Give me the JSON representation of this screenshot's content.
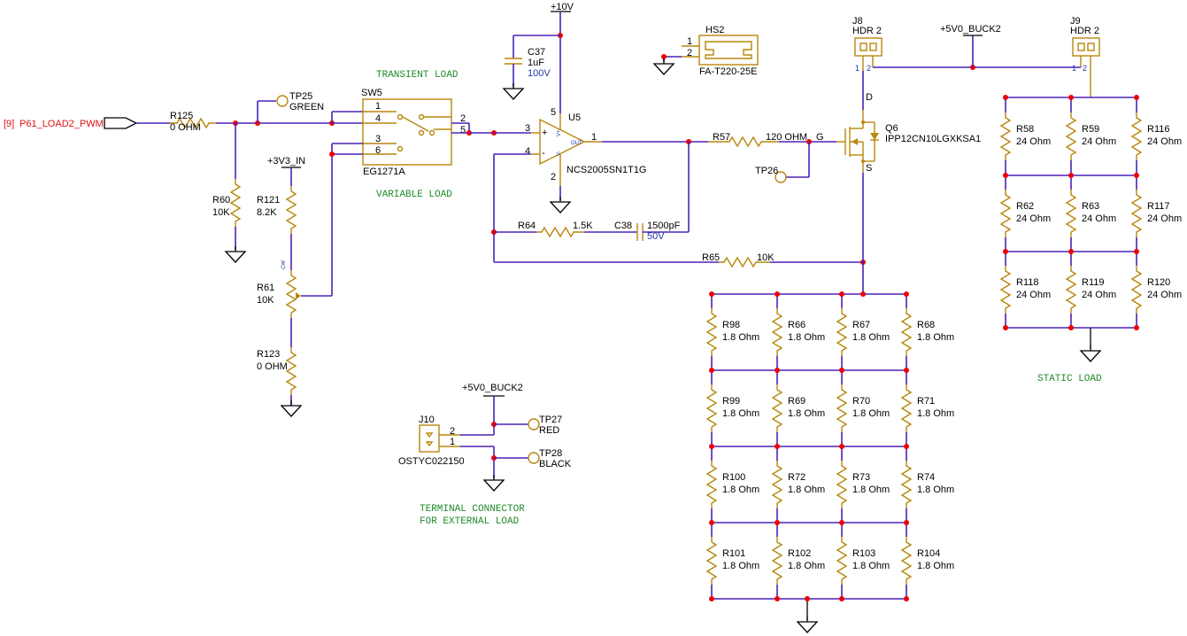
{
  "signal": {
    "ref": "[9]",
    "name": "P61_LOAD2_PWM"
  },
  "nets": {
    "v10": "+10V",
    "v33": "+3V3_IN",
    "v5a": "+5V0_BUCK2",
    "v5b": "+5V0_BUCK2"
  },
  "notes": {
    "transient": "TRANSIENT LOAD",
    "variable": "VARIABLE LOAD",
    "static": "STATIC LOAD",
    "term1": "TERMINAL CONNECTOR",
    "term2": "FOR EXTERNAL LOAD"
  },
  "parts": {
    "r125": {
      "ref": "R125",
      "val": "0 OHM"
    },
    "tp25": {
      "ref": "TP25",
      "val": "GREEN"
    },
    "r60": {
      "ref": "R60",
      "val": "10K"
    },
    "r121": {
      "ref": "R121",
      "val": "8.2K"
    },
    "r61": {
      "ref": "R61",
      "val": "10K",
      "cw": "CW"
    },
    "r123": {
      "ref": "R123",
      "val": "0 OHM"
    },
    "sw5": {
      "ref": "SW5",
      "val": "EG1271A",
      "pins": [
        "1",
        "4",
        "3",
        "6",
        "2",
        "5"
      ]
    },
    "c37": {
      "ref": "C37",
      "val": "1uF",
      "volt": "100V"
    },
    "u5": {
      "ref": "U5",
      "val": "NCS2005SN1T1G",
      "pins": [
        "3",
        "4",
        "5",
        "2",
        "1"
      ],
      "inner": [
        "V+",
        "V-",
        "OUT"
      ]
    },
    "hs2": {
      "ref": "HS2",
      "val": "FA-T220-25E",
      "pins": [
        "1",
        "2"
      ]
    },
    "r57": {
      "ref": "R57",
      "val": "120 OHM",
      "g": "G"
    },
    "tp26": {
      "ref": "TP26"
    },
    "r64": {
      "ref": "R64",
      "val": "1.5K"
    },
    "c38": {
      "ref": "C38",
      "val": "1500pF",
      "volt": "50V"
    },
    "r65": {
      "ref": "R65",
      "val": "10K"
    },
    "q6": {
      "ref": "Q6",
      "val": "IPP12CN10LGXKSA1",
      "d": "D",
      "s": "S"
    },
    "j8": {
      "ref": "J8",
      "val": "HDR 2",
      "pins": [
        "1",
        "2"
      ]
    },
    "j9": {
      "ref": "J9",
      "val": "HDR 2",
      "pins": [
        "1",
        "2"
      ]
    },
    "j10": {
      "ref": "J10",
      "val": "OSTYC022150",
      "pins": [
        "2",
        "1"
      ]
    },
    "tp27": {
      "ref": "TP27",
      "val": "RED"
    },
    "tp28": {
      "ref": "TP28",
      "val": "BLACK"
    }
  },
  "static_grid": [
    [
      {
        "ref": "R58",
        "val": "24 Ohm"
      },
      {
        "ref": "R59",
        "val": "24 Ohm"
      },
      {
        "ref": "R116",
        "val": "24 Ohm"
      }
    ],
    [
      {
        "ref": "R62",
        "val": "24 Ohm"
      },
      {
        "ref": "R63",
        "val": "24 Ohm"
      },
      {
        "ref": "R117",
        "val": "24 Ohm"
      }
    ],
    [
      {
        "ref": "R118",
        "val": "24 Ohm"
      },
      {
        "ref": "R119",
        "val": "24 Ohm"
      },
      {
        "ref": "R120",
        "val": "24 Ohm"
      }
    ]
  ],
  "transient_grid": [
    [
      {
        "ref": "R98",
        "val": "1.8 Ohm"
      },
      {
        "ref": "R66",
        "val": "1.8 Ohm"
      },
      {
        "ref": "R67",
        "val": "1.8 Ohm"
      },
      {
        "ref": "R68",
        "val": "1.8 Ohm"
      }
    ],
    [
      {
        "ref": "R99",
        "val": "1.8 Ohm"
      },
      {
        "ref": "R69",
        "val": "1.8 Ohm"
      },
      {
        "ref": "R70",
        "val": "1.8 Ohm"
      },
      {
        "ref": "R71",
        "val": "1.8 Ohm"
      }
    ],
    [
      {
        "ref": "R100",
        "val": "1.8 Ohm"
      },
      {
        "ref": "R72",
        "val": "1.8 Ohm"
      },
      {
        "ref": "R73",
        "val": "1.8 Ohm"
      },
      {
        "ref": "R74",
        "val": "1.8 Ohm"
      }
    ],
    [
      {
        "ref": "R101",
        "val": "1.8 Ohm"
      },
      {
        "ref": "R102",
        "val": "1.8 Ohm"
      },
      {
        "ref": "R103",
        "val": "1.8 Ohm"
      },
      {
        "ref": "R104",
        "val": "1.8 Ohm"
      }
    ]
  ],
  "colors": {
    "wire": "#4b22b8",
    "component": "#b8860b",
    "junction": "#e00000",
    "note": "#1f8a2a",
    "signal": "#e11010",
    "pin_text": "#1f3aa8"
  }
}
